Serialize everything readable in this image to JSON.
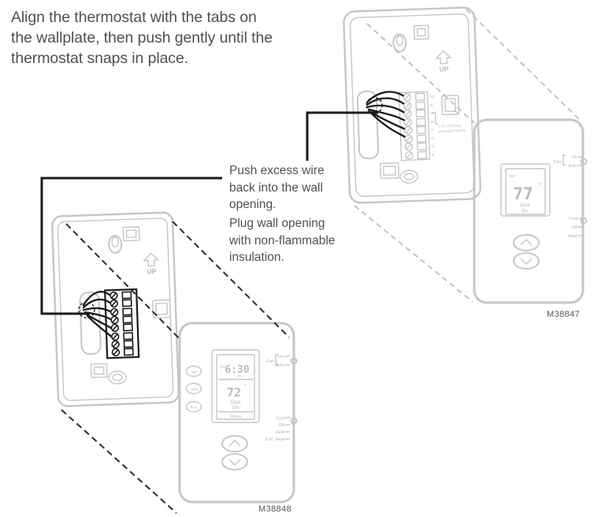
{
  "instruction": {
    "lines": [
      "Align the thermostat with the tabs on",
      "the wallplate, then push gently until the",
      "thermostat snaps in place."
    ]
  },
  "callouts": {
    "push_wire": {
      "lines": [
        "Push excess wire",
        "back into the wall",
        "opening."
      ]
    },
    "plug_opening": {
      "lines": [
        "Plug wall opening",
        "with non-flammable",
        "insulation."
      ]
    }
  },
  "colors": {
    "body_text": "#4e5056",
    "line_art": "#c5c6c8",
    "emphasis_black": "#1b1b1b",
    "display_digits": "#b7bbc3"
  },
  "left_assembly": {
    "figure_id": "M38848",
    "wallplate": {
      "up_label": "UP"
    },
    "thermostat": {
      "buttons": [
        "Set",
        "Hold",
        "Run"
      ],
      "display": {
        "period": "pm",
        "time": "6:30",
        "day": "Fri",
        "temperature": "72",
        "degree": "°",
        "status_line1": "Cool",
        "status_line2": "On",
        "soft_key": "Return"
      },
      "fan_switch": {
        "label": "Fan",
        "options": [
          "On",
          "Auto"
        ]
      },
      "mode_switch": {
        "options": [
          "Cool",
          "Off",
          "Heat",
          "E.M. Heat"
        ]
      }
    }
  },
  "right_assembly": {
    "figure_id": "M38847",
    "wallplate": {
      "up_label": "UP",
      "terminals": [
        "RC",
        "R",
        "G",
        "W",
        "Y",
        "C",
        "O",
        "B"
      ],
      "note_lines": [
        "C IS OPTIONAL",
        "WITH BATTERIES"
      ]
    },
    "thermostat": {
      "display": {
        "set_label": "Set",
        "temperature": "77",
        "degree": "°",
        "status_line1": "Cool",
        "status_line2": "On"
      },
      "fan_switch": {
        "label": "Fan",
        "options": [
          "On",
          "Auto"
        ]
      },
      "mode_switch": {
        "options": [
          "Cool",
          "Off",
          "Heat"
        ]
      }
    }
  }
}
